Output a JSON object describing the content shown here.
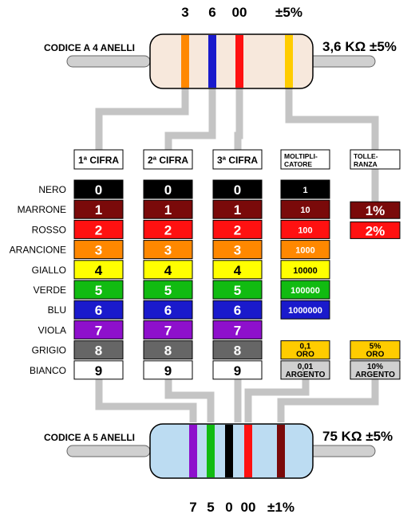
{
  "top": {
    "code_label": "CODICE A 4 ANELLI",
    "value_label": "3,6 KΩ ±5%",
    "digits": [
      "3",
      "6",
      "00",
      "±5%"
    ],
    "body_color": "#f7e8dc",
    "band_colors": [
      "#ff8800",
      "#1a1acc",
      "#ff1111",
      "#ffcc00"
    ]
  },
  "bottom": {
    "code_label": "CODICE A 5 ANELLI",
    "value_label": "75 KΩ ±5%",
    "digits": [
      "7",
      "5",
      "0",
      "00",
      "±1%"
    ],
    "body_color": "#bcdcf2",
    "band_colors": [
      "#8e10cc",
      "#11bb11",
      "#000000",
      "#ff1111",
      "#7a0a0a"
    ]
  },
  "headers": {
    "first": "1ª CIFRA",
    "second": "2ª CIFRA",
    "third": "3ª CIFRA",
    "multiplier": [
      "MOLTIPLI-",
      "CATORE"
    ],
    "tolerance": [
      "TOLLE-",
      "RANZA"
    ]
  },
  "colors": [
    {
      "name": "NERO",
      "hex": "#000000",
      "digit": "0",
      "text": "#ffffff"
    },
    {
      "name": "MARRONE",
      "hex": "#7a0a0a",
      "digit": "1",
      "text": "#ffffff"
    },
    {
      "name": "ROSSO",
      "hex": "#ff1111",
      "digit": "2",
      "text": "#ffffff"
    },
    {
      "name": "ARANCIONE",
      "hex": "#ff8800",
      "digit": "3",
      "text": "#ffffff"
    },
    {
      "name": "GIALLO",
      "hex": "#ffff00",
      "digit": "4",
      "text": "#000000"
    },
    {
      "name": "VERDE",
      "hex": "#11bb11",
      "digit": "5",
      "text": "#ffffff"
    },
    {
      "name": "BLU",
      "hex": "#1a1acc",
      "digit": "6",
      "text": "#ffffff"
    },
    {
      "name": "VIOLA",
      "hex": "#8e10cc",
      "digit": "7",
      "text": "#ffffff"
    },
    {
      "name": "GRIGIO",
      "hex": "#666666",
      "digit": "8",
      "text": "#ffffff"
    },
    {
      "name": "BIANCO",
      "hex": "#ffffff",
      "digit": "9",
      "text": "#000000"
    }
  ],
  "multiplier": [
    "1",
    "10",
    "100",
    "1000",
    "10000",
    "100000",
    "1000000"
  ],
  "multiplier_special": [
    {
      "lines": [
        "0,1",
        "ORO"
      ],
      "hex": "#ffcc00",
      "text": "#000000"
    },
    {
      "lines": [
        "0,01",
        "ARGENTO"
      ],
      "hex": "#d0d0d0",
      "text": "#000000"
    }
  ],
  "tolerance": [
    {
      "row": 1,
      "label": "1%",
      "hex": "#7a0a0a",
      "text": "#ffffff"
    },
    {
      "row": 2,
      "label": "2%",
      "hex": "#ff1111",
      "text": "#ffffff"
    }
  ],
  "tolerance_special": [
    {
      "lines": [
        "5%",
        "ORO"
      ],
      "hex": "#ffcc00",
      "text": "#000000"
    },
    {
      "lines": [
        "10%",
        "ARGENTO"
      ],
      "hex": "#d0d0d0",
      "text": "#000000"
    }
  ],
  "theme": {
    "connector": "#c4c4c4",
    "lead": "#d0d0d0",
    "outline": "#000000"
  }
}
